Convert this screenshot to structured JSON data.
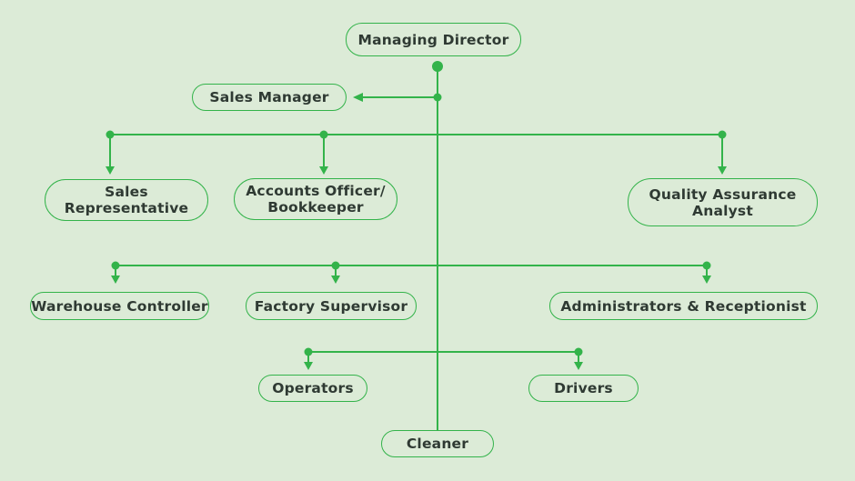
{
  "colors": {
    "background": "#dcebd7",
    "line": "#33b34a",
    "text": "#2f3a33"
  },
  "nodes": {
    "managing_director": "Managing Director",
    "sales_manager": "Sales Manager",
    "sales_representative": "Sales\nRepresentative",
    "accounts_officer": "Accounts Officer/\nBookkeeper",
    "quality_assurance": "Quality Assurance\nAnalyst",
    "warehouse_controller": "Warehouse Controller",
    "factory_supervisor": "Factory Supervisor",
    "administrators": "Administrators & Receptionist",
    "operators": "Operators",
    "drivers": "Drivers",
    "cleaner": "Cleaner"
  }
}
